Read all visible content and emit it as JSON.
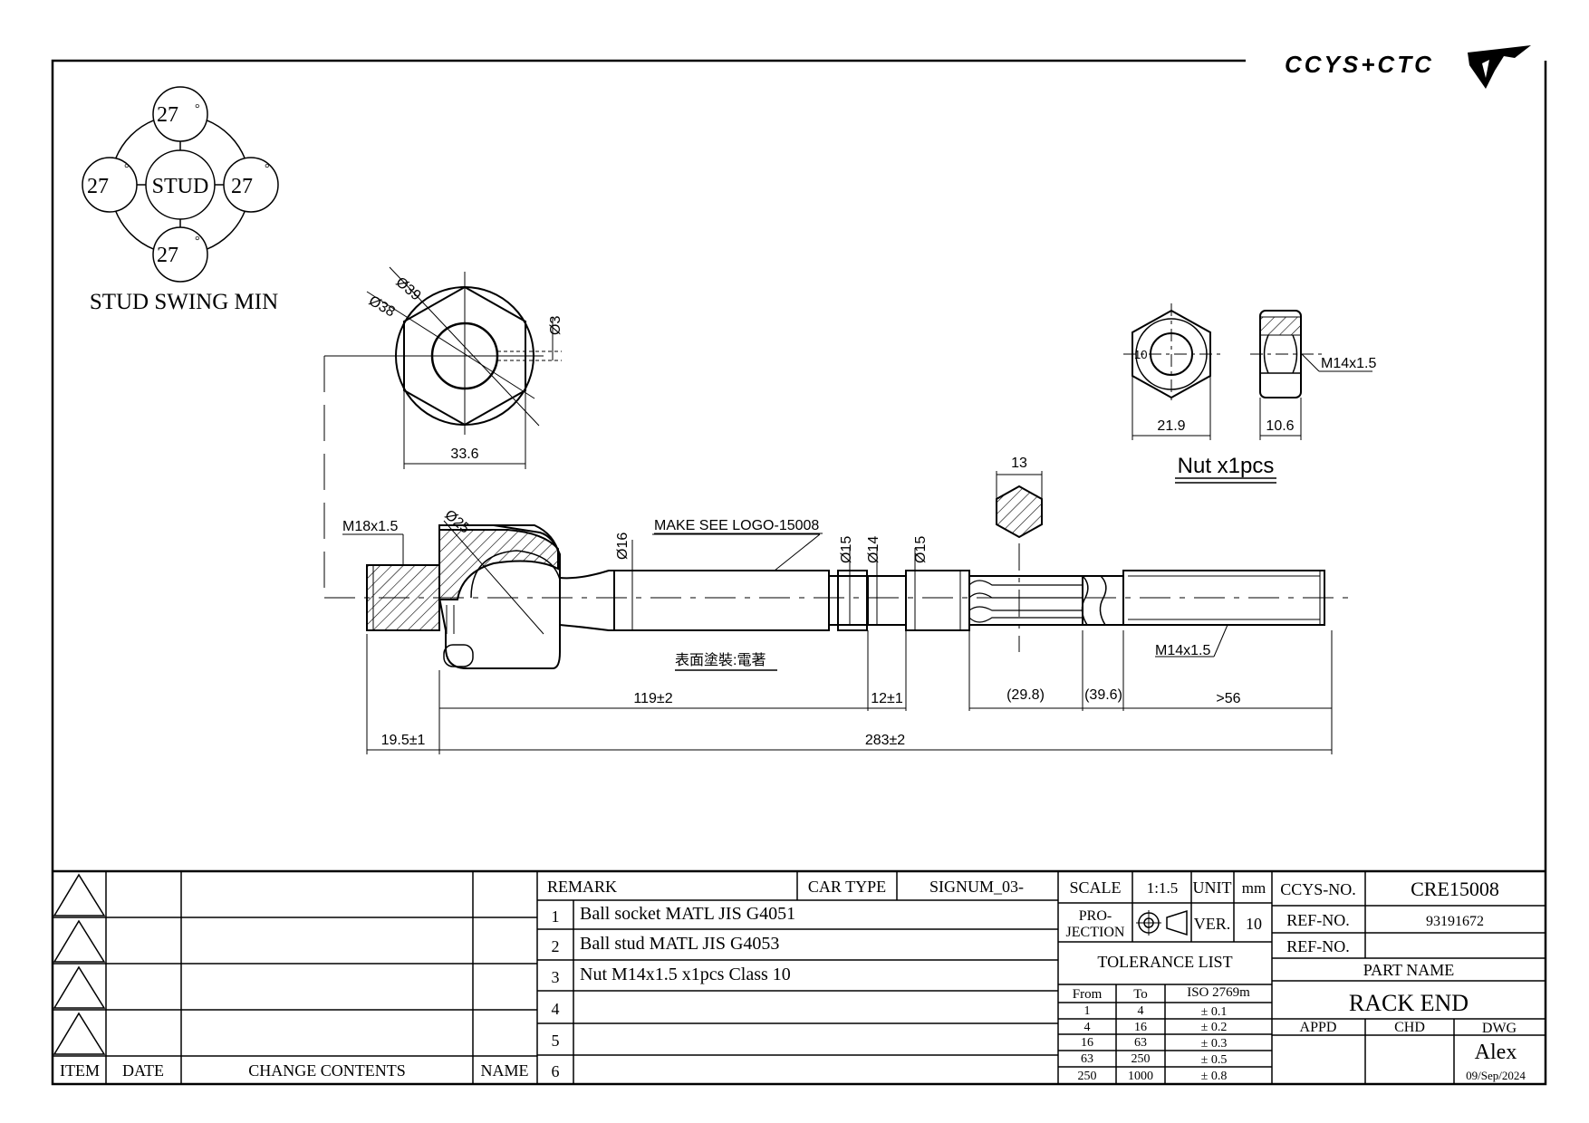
{
  "brand": {
    "logo_text": "CCYS+CTC"
  },
  "swing": {
    "label": "STUD SWING MIN",
    "center": "STUD",
    "top": "27",
    "left": "27",
    "right": "27",
    "bottom": "27",
    "deg": "°"
  },
  "dims": {
    "d39": "Ø39",
    "d38": "Ø38",
    "d3": "Ø3",
    "w336": "33.6",
    "d25": "Ø25",
    "m18": "M18x1.5",
    "logo_note": "MAKE SEE LOGO-15008",
    "d16": "Ø16",
    "d15a": "Ø15",
    "d14": "Ø14",
    "d15b": "Ø15",
    "hex13": "13",
    "coating": "表面塗裝:電著",
    "m14": "M14x1.5",
    "l119": "119±2",
    "l12": "12±1",
    "l298": "(29.8)",
    "l396": "(39.6)",
    "l56": ">56",
    "l195": "19.5±1",
    "l283": "283±2"
  },
  "nut": {
    "title": "Nut x1pcs",
    "inner": "10",
    "thread": "M14x1.5",
    "width": "21.9",
    "thick": "10.6"
  },
  "revisions": {
    "headers": {
      "item": "ITEM",
      "date": "DATE",
      "change": "CHANGE CONTENTS",
      "name": "NAME"
    }
  },
  "remarks": {
    "label": "REMARK",
    "car_type_label": "CAR TYPE",
    "car_type": "SIGNUM_03-",
    "rows": [
      {
        "no": "1",
        "text": "Ball socket MATL JIS G4051"
      },
      {
        "no": "2",
        "text": "Ball stud MATL JIS G4053"
      },
      {
        "no": "3",
        "text": "Nut M14x1.5 x1pcs Class 10"
      },
      {
        "no": "4",
        "text": ""
      },
      {
        "no": "5",
        "text": ""
      },
      {
        "no": "6",
        "text": ""
      }
    ]
  },
  "spec": {
    "scale_label": "SCALE",
    "scale": "1:1.5",
    "unit_label": "UNIT",
    "unit": "mm",
    "projection_line1": "PRO-",
    "projection_line2": "JECTION",
    "ver_label": "VER.",
    "ver": "10",
    "tolerance_label": "TOLERANCE LIST",
    "tol_headers": {
      "from": "From",
      "to": "To",
      "std": "ISO 2769m"
    },
    "tolerances": [
      {
        "from": "1",
        "to": "4",
        "tol": "± 0.1"
      },
      {
        "from": "4",
        "to": "16",
        "tol": "± 0.2"
      },
      {
        "from": "16",
        "to": "63",
        "tol": "± 0.3"
      },
      {
        "from": "63",
        "to": "250",
        "tol": "± 0.5"
      },
      {
        "from": "250",
        "to": "1000",
        "tol": "± 0.8"
      }
    ]
  },
  "title_block": {
    "ccys_label": "CCYS-NO.",
    "ccys_no": "CRE15008",
    "ref_label_1": "REF-NO.",
    "ref_no_1": "93191672",
    "ref_label_2": "REF-NO.",
    "ref_no_2": "",
    "part_name_label": "PART NAME",
    "part_name": "RACK END",
    "appd_label": "APPD",
    "chd_label": "CHD",
    "dwg_label": "DWG",
    "drawn_by": "Alex",
    "date": "09/Sep/2024"
  }
}
